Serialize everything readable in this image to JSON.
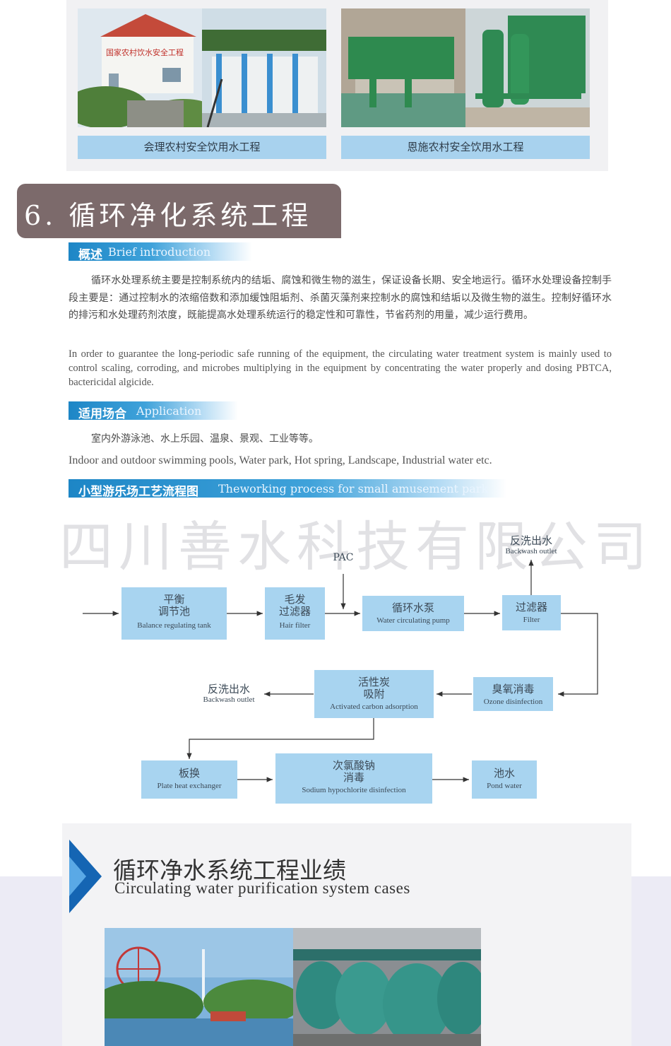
{
  "projects": [
    {
      "caption": "会理农村安全饮用水工程",
      "sign_text": "国家农村饮水安全工程"
    },
    {
      "caption": "恩施农村安全饮用水工程"
    }
  ],
  "section": {
    "title": "6. 循环净化系统工程"
  },
  "brief": {
    "heading_cn": "概述",
    "heading_en": "Brief introduction",
    "text_cn": "循环水处理系统主要是控制系统内的结垢、腐蚀和微生物的滋生，保证设备长期、安全地运行。循环水处理设备控制手段主要是：通过控制水的浓缩倍数和添加缓蚀阻垢剂、杀菌灭藻剂来控制水的腐蚀和结垢以及微生物的滋生。控制好循环水的排污和水处理药剂浓度，既能提高水处理系统运行的稳定性和可靠性，节省药剂的用量，减少运行费用。",
    "text_en": "In order to guarantee the long-periodic safe running of the equipment, the circulating water treatment system is mainly used to control scaling, corroding, and microbes multiplying in the equipment by concentrating the water properly and dosing PBTCA, bactericidal algicide."
  },
  "application": {
    "heading_cn": "适用场合",
    "heading_en": "Application",
    "text_cn": "室内外游泳池、水上乐园、温泉、景观、工业等等。",
    "text_en": "Indoor and outdoor swimming pools, Water park, Hot spring, Landscape, Industrial water etc."
  },
  "process": {
    "heading_cn": "小型游乐场工艺流程图",
    "heading_en": "Theworking process for small amusement park",
    "watermark": "四川善水科技有限公司",
    "pac_label": "PAC",
    "nodes": {
      "balance_tank": {
        "cn": "平衡\n调节池",
        "en": "Balance regulating tank"
      },
      "hair_filter": {
        "cn": "毛发\n过滤器",
        "en": "Hair filter"
      },
      "pump": {
        "cn": "循环水泵",
        "en": "Water circulating pump"
      },
      "filter": {
        "cn": "过滤器",
        "en": "Filter"
      },
      "backwash_top": {
        "cn": "反洗出水",
        "en": "Backwash outlet"
      },
      "ozone": {
        "cn": "臭氧消毒",
        "en": "Ozone disinfection"
      },
      "carbon": {
        "cn": "活性炭\n吸附",
        "en": "Activated carbon adsorption"
      },
      "backwash_mid": {
        "cn": "反洗出水",
        "en": "Backwash outlet"
      },
      "plate": {
        "cn": "板换",
        "en": "Plate heat exchanger"
      },
      "sodium": {
        "cn": "次氯酸钠\n消毒",
        "en": "Sodium hypochlorite disinfection"
      },
      "pond": {
        "cn": "池水",
        "en": "Pond water"
      }
    }
  },
  "cases": {
    "title_cn": "循环净水系统工程业绩",
    "title_en": "Circulating water purification system cases"
  },
  "colors": {
    "section_head": "#7c6a6b",
    "sub_bar": "#1d86c6",
    "flow_box": "#a8d4f0",
    "caption_bar": "#a8d2ee",
    "logo_blue": "#1565b3"
  }
}
